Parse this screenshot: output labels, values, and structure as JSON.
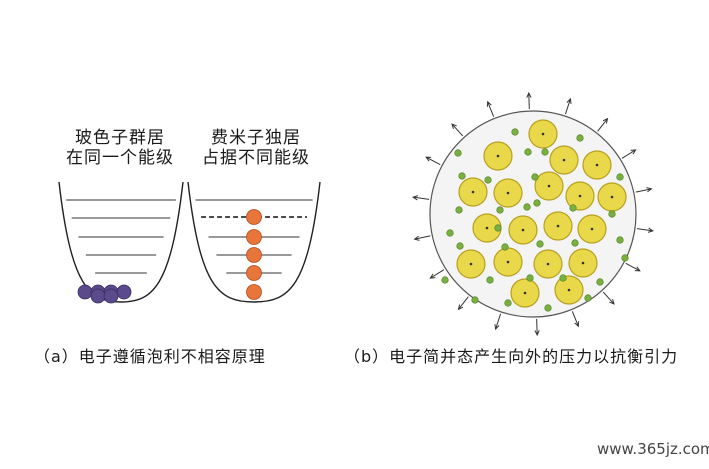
{
  "panel_a": {
    "boson": {
      "line1": "玻色子群居",
      "line2": "在同一个能级"
    },
    "fermion": {
      "line1": "费米子独居",
      "line2": "占据不同能级"
    },
    "caption": "（a）电子遵循泡利不相容原理"
  },
  "panel_b": {
    "caption": "（b）电子简并态产生向外的压力以抗衡引力"
  },
  "watermark": "www.365jz.com",
  "colors": {
    "boson_particle": "#5b4a8c",
    "fermion_particle": "#e8763a",
    "nucleus_fill": "#e8d84a",
    "nucleus_stroke": "#b8a020",
    "electron": "#7ab040",
    "star_fill": "#f4f4f4"
  }
}
